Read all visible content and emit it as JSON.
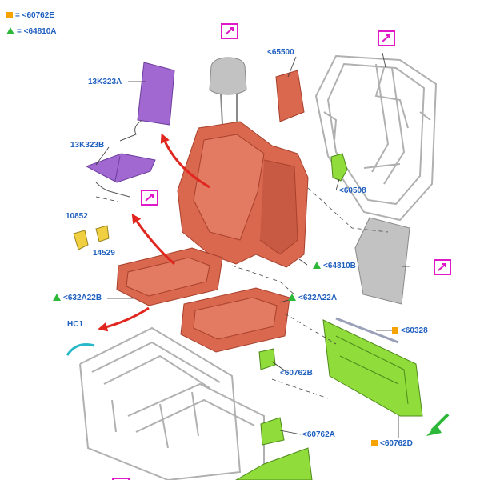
{
  "legend": {
    "square_text": "= <60762E",
    "triangle_text": "= <64810A"
  },
  "labels": {
    "l13K323A": "13K323A",
    "l13K323B": "13K323B",
    "l10852": "10852",
    "l14529": "14529",
    "l65500": "<65500",
    "l60508": "<60508",
    "l64810B": "<64810B",
    "l632A22B": "<632A22B",
    "l632A22A": "<632A22A",
    "lHC1": "HC1",
    "l60328": "<60328",
    "l60762B": "<60762B",
    "l60762A": "<60762A",
    "l60762D": "<60762D"
  },
  "colors": {
    "label_blue": "#1f5fbf",
    "frame_gray": "#b0b0b0",
    "foam_red": "#d9684f",
    "pad_purple": "#a068d0",
    "panel_green": "#8fdc3a",
    "headrest_gray": "#c2c2c2",
    "arrow_red": "#e0261e",
    "link_magenta": "#e018c8",
    "marker_orange": "#f5a300",
    "marker_green": "#2db83a",
    "hc1_teal": "#28b8c8"
  },
  "icons": [
    "link-arrow-icon",
    "orange-square-marker",
    "green-triangle-marker",
    "pointer-arrow-icon"
  ]
}
